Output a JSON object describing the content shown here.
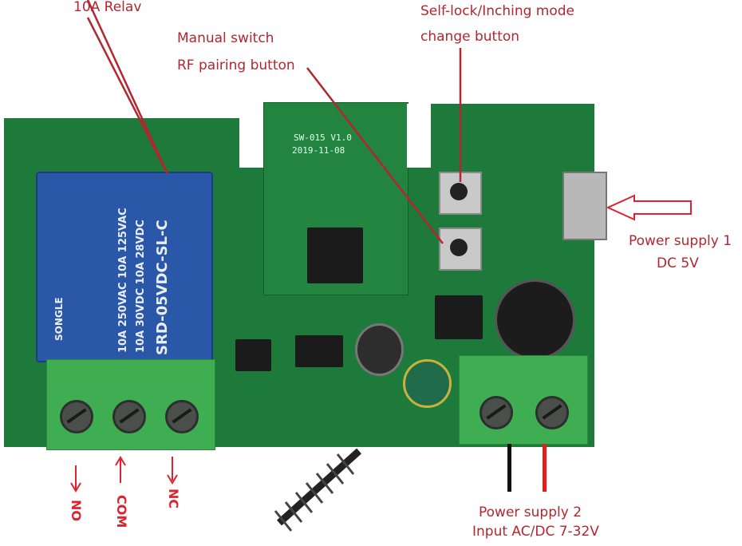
{
  "labels": {
    "relay": "10A Relav",
    "manual_switch": "Manual switch",
    "rf_pairing": "RF pairing button",
    "mode_line1": "Self-lock/Inching mode",
    "mode_line2": "change button",
    "power1_line1": "Power supply 1",
    "power1_line2": "DC 5V",
    "power2_line1": "Power supply 2",
    "power2_line2": "Input AC/DC 7-32V",
    "no": "NO",
    "com": "COM",
    "nc": "NC"
  },
  "board": {
    "model": "SW-015 V1.0",
    "date": "2019-11-08"
  },
  "relay_print": {
    "brand": "SONGLE",
    "model": "SRD-05VDC-SL-C",
    "rating_ac": "10A 250VAC  10A 125VAC",
    "rating_dc": "10A 30VDC  10A 28VDC"
  },
  "colors": {
    "annotation": "#b3262f",
    "pcb": "#1d7a3a",
    "relay": "#2b57a8",
    "terminal": "#3fae52"
  }
}
